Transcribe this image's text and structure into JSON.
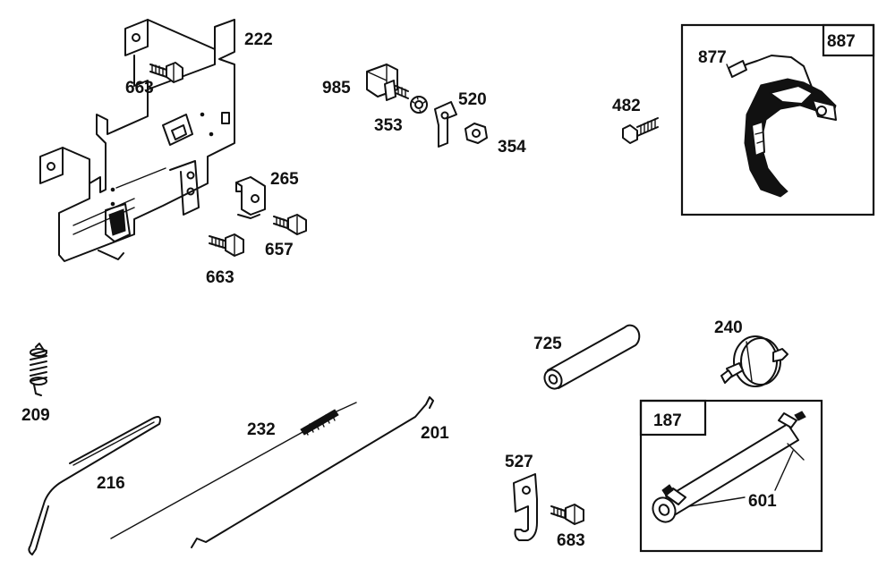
{
  "labels": {
    "p222": "222",
    "p663a": "663",
    "p985": "985",
    "p520": "520",
    "p353": "353",
    "p354": "354",
    "p482": "482",
    "p887": "887",
    "p877": "877",
    "p265": "265",
    "p657": "657",
    "p663b": "663",
    "p209": "209",
    "p232": "232",
    "p201": "201",
    "p216": "216",
    "p725": "725",
    "p240": "240",
    "p187": "187",
    "p601": "601",
    "p527": "527",
    "p683": "683"
  }
}
